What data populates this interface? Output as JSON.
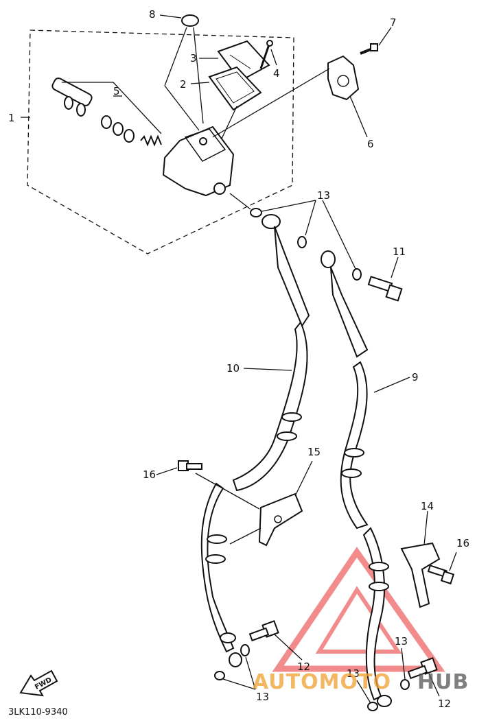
{
  "callouts": {
    "c1": "1",
    "c2": "2",
    "c3": "3",
    "c4": "4",
    "c5": "5",
    "c6": "6",
    "c7": "7",
    "c8": "8",
    "c9": "9",
    "c10": "10",
    "c11": "11",
    "c12a": "12",
    "c12b": "12",
    "c13a": "13",
    "c13b": "13",
    "c13c": "13",
    "c13d": "13",
    "c14": "14",
    "c15": "15",
    "c16a": "16",
    "c16b": "16"
  },
  "reference_code": "3LK110-9340",
  "forward_arrow_label": "FWD",
  "watermark": {
    "text_a": "AUTOMOTO",
    "text_b": "HUB",
    "color_a": "#f0a030",
    "color_b": "#555555",
    "triangle_color": "#e83030"
  },
  "icons": [
    "forward-arrow-icon",
    "watermark-triangle-icon"
  ]
}
